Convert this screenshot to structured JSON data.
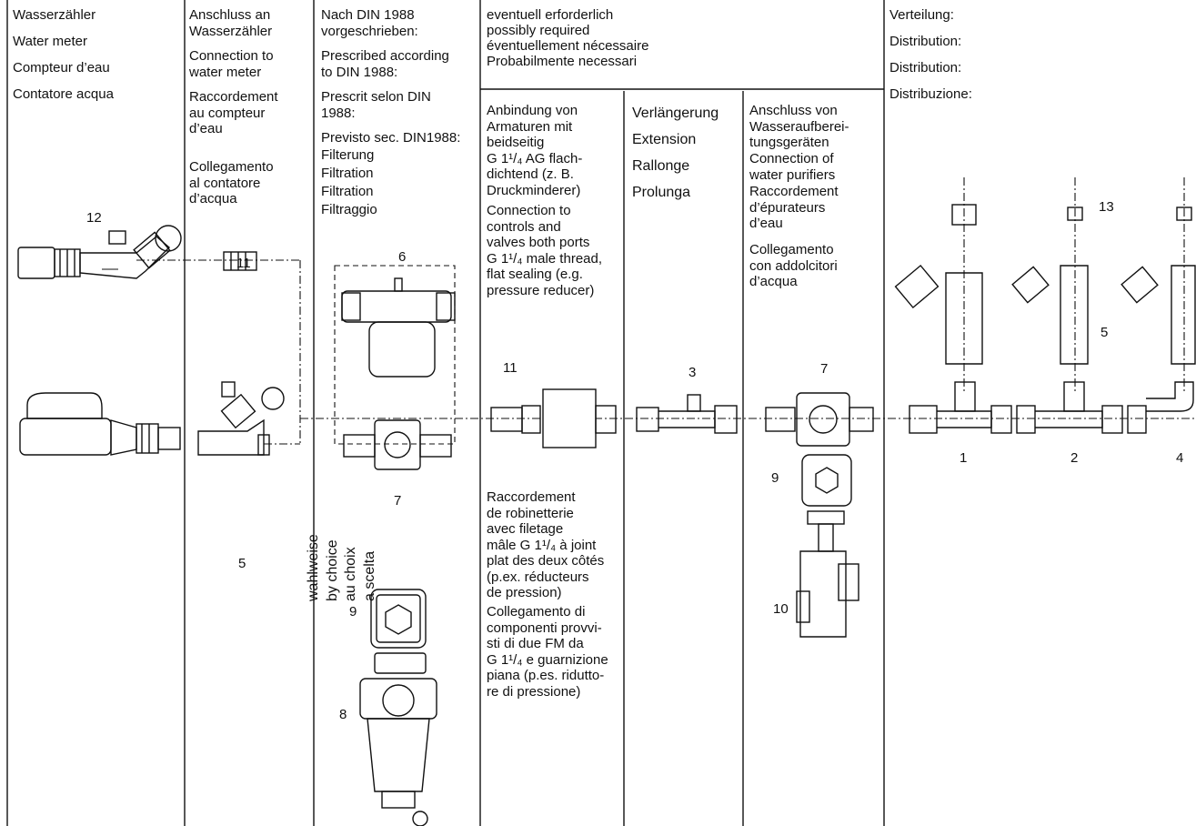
{
  "columns": {
    "c1": {
      "lines": [
        "Wasserzähler",
        "Water meter",
        "Compteur d’eau",
        "Contatore acqua"
      ]
    },
    "c2": {
      "lines": [
        "Anschluss an\nWasserzähler",
        "Connection to\nwater meter",
        "Raccordement\nau compteur\nd’eau",
        "Collegamento\nal contatore\nd’acqua"
      ]
    },
    "c3": {
      "lines": [
        "Nach DIN 1988\nvorgeschrieben:",
        "Prescribed according\nto DIN 1988:",
        "Prescrit selon DIN\n1988:",
        "Previsto sec. DIN1988:"
      ],
      "sub": [
        "Filterung",
        "Filtration",
        "Filtration",
        "Filtraggio"
      ]
    },
    "c4_header": {
      "lines": [
        "eventuell erforderlich",
        "possibly required",
        "éventuellement nécessaire",
        "Probabilmente necessari"
      ]
    },
    "c4a": {
      "lines": [
        "Anbindung von\nArmaturen mit\nbeidseitig\nG 1¹/₄ AG flach-\ndichtend (z. B.\nDruckminderer)",
        "Connection to\ncontrols and\nvalves both ports\nG 1¹/₄ male thread,\nflat sealing (e.g.\npressure reducer)"
      ],
      "lower": [
        "Raccordement\nde robinetterie\navec filetage\nmâle G 1¹/₄ à joint\nplat des deux côtés\n(p.ex.  réducteurs\nde pression)",
        "Collegamento di\ncomponenti provvi-\nsti di due FM da\nG 1¹/₄ e guarnizione\npiana (p.es. riduttо-\nre di pressione)"
      ]
    },
    "c4b": {
      "lines": [
        "Verlängerung",
        "Extension",
        "Rallonge",
        "Prolunga"
      ]
    },
    "c4c": {
      "lines": [
        "Anschluss von\nWasseraufberei-\ntungsgeräten",
        "Connection of\nwater purifiers",
        "Raccordement\nd’épurateurs\nd’eau",
        "Collegamento\ncon addolcitori\nd’acqua"
      ]
    },
    "c5": {
      "lines": [
        "Verteilung:",
        "Distribution:",
        "Distribution:",
        "Distribuzione:"
      ]
    }
  },
  "rotated_label": "wahlweise\nby choice\nau choix\na scelta",
  "part_numbers": {
    "n12": "12",
    "n11a": "11",
    "n5a": "5",
    "n6": "6",
    "n7a": "7",
    "n9a": "9",
    "n8": "8",
    "n11b": "11",
    "n3": "3",
    "n7b": "7",
    "n9b": "9",
    "n10": "10",
    "n13": "13",
    "n5b": "5",
    "n1": "1",
    "n2": "2",
    "n4": "4"
  }
}
